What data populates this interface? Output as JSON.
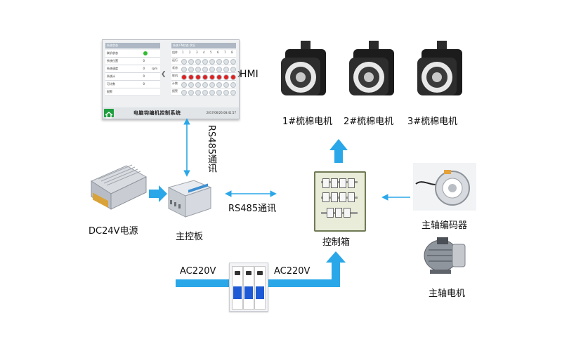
{
  "diagram": {
    "hmi_label": "HMI",
    "rs485_vertical": "RS485通讯",
    "rs485_horizontal": "RS485通讯",
    "power_supply_label": "DC24V电源",
    "main_board_label": "主控板",
    "control_box_label": "控制箱",
    "ac_left": "AC220V",
    "ac_right": "AC220V",
    "encoder_label": "主轴编码器",
    "spindle_motor_label": "主轴电机",
    "motors": [
      {
        "label": "1#梳棉电机"
      },
      {
        "label": "2#梳棉电机"
      },
      {
        "label": "3#梳棉电机"
      }
    ],
    "arrow_color": "#2aa7e8"
  },
  "hmi": {
    "title": "电脑钩编机控制系统",
    "datetime": "2017/06/26  08:41:57",
    "left_header": "系统状态",
    "right_header": "系统 FN状态 状况",
    "left_rows": [
      {
        "label": "联机状态",
        "value": ""
      },
      {
        "label": "系统位置",
        "value": "0"
      },
      {
        "label": "系统速度",
        "value": "0",
        "unit": "rpm"
      },
      {
        "label": "系统计",
        "value": "0"
      },
      {
        "label": "可计数",
        "value": "0"
      },
      {
        "label": "报警",
        "value": ""
      }
    ],
    "grid_numbers": [
      "1",
      "2",
      "3",
      "4",
      "5",
      "6",
      "7",
      "8"
    ],
    "grid_rows": [
      "组件",
      "运行",
      "状态",
      "联机",
      "计数",
      "报警"
    ]
  }
}
